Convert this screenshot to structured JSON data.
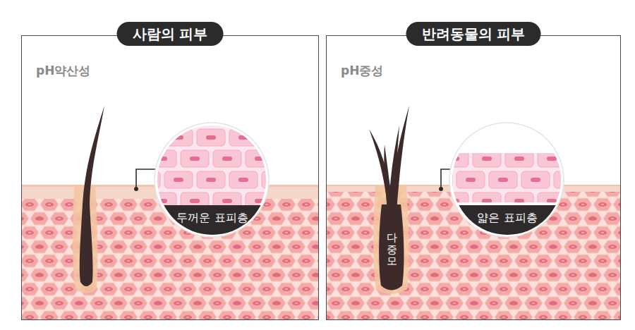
{
  "diagram": {
    "nodes": [
      {
        "text": [
          "사람의 피부",
          "pH약산성"
        ]
      },
      {
        "text": [
          "두꺼운 표피층"
        ],
        "in": 0
      },
      {
        "text": [
          "반려동물의 피부",
          "pH중성"
        ]
      },
      {
        "text": [
          "다중모"
        ],
        "in": 2
      },
      {
        "text": [
          "얇은 표피층"
        ],
        "in": 2
      }
    ]
  }
}
